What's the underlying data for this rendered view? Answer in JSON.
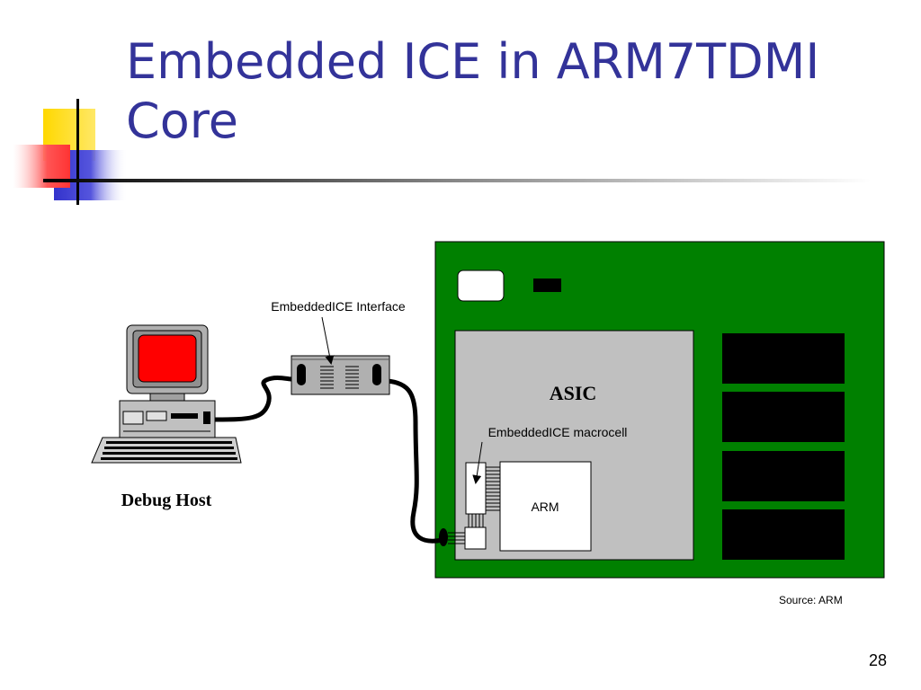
{
  "slide": {
    "title": "Embedded ICE in ARM7TDMI Core",
    "source": "Source: ARM",
    "page_number": "28"
  },
  "diagram": {
    "interface_label": "EmbeddedICE Interface",
    "host_label": "Debug Host",
    "asic_label": "ASIC",
    "macrocell_label": "EmbeddedICE macrocell",
    "arm_label": "ARM"
  },
  "colors": {
    "title": "#333399",
    "board": "#008000",
    "asic": "#c0c0c0",
    "screen": "#ff0000",
    "chip": "#000000",
    "deco_yellow": "#ffd800",
    "deco_blue": "#3333cc",
    "deco_red": "#ff3333"
  }
}
